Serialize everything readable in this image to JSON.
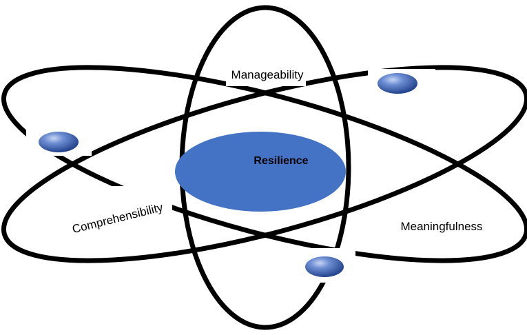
{
  "diagram": {
    "center_label": "Resilience",
    "labels": {
      "top": "Manageability",
      "left": "Comprehensibility",
      "right": "Meaningfulness"
    },
    "colors": {
      "nucleus": "#4472c4",
      "electron": "#3f63b5",
      "orbit": "#000000",
      "background": "#ffffff"
    }
  }
}
